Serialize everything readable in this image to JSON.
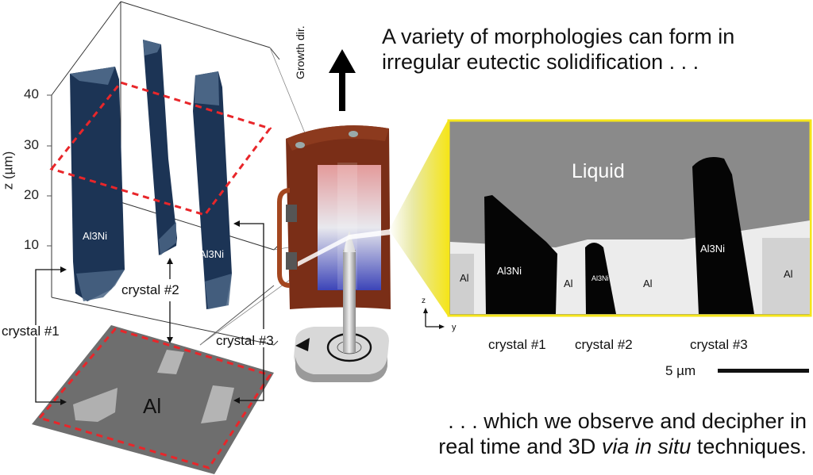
{
  "headline_top": {
    "line1": "A variety of morphologies can form in",
    "line2": "irregular eutectic solidification . . ."
  },
  "headline_bottom": {
    "line1": ". . . which we observe and decipher in",
    "line2_pre": "real time and 3D ",
    "line2_italic": "via in situ",
    "line2_post": " techniques."
  },
  "volume_panel": {
    "axis_label": "z (µm)",
    "ticks": [
      "40",
      "30",
      "20",
      "10"
    ],
    "phase_labels": [
      "Al3Ni",
      "Al3Ni"
    ],
    "crystal_labels": [
      "crystal #1",
      "crystal #2",
      "crystal #3"
    ],
    "slice_label": "Al",
    "colors": {
      "crystal": "#1c3455",
      "crystal_top": "#4a6585",
      "slice_outline": "#e8262a",
      "slice": "#6e6e6e"
    }
  },
  "apparatus": {
    "growth_label": "Growth dir.",
    "colors": {
      "body": "#7a2e17",
      "hot": "#e39a9a",
      "cold": "#3c44b8",
      "base": "#d8d8d8"
    }
  },
  "xray_panel": {
    "liquid_label": "Liquid",
    "phase_labels": [
      "Al",
      "Al3Ni",
      "Al",
      "Al3Ni",
      "Al",
      "Al3Ni",
      "Al"
    ],
    "axis_z": "z",
    "axis_y": "y",
    "crystal_labels": [
      "crystal #1",
      "crystal #2",
      "crystal #3"
    ],
    "scale_bar_label": "5 µm",
    "colors": {
      "frame": "#f5e51a",
      "liquid": "#8a8a8a",
      "solid": "#f2f2f2",
      "crystal": "#050505"
    }
  }
}
